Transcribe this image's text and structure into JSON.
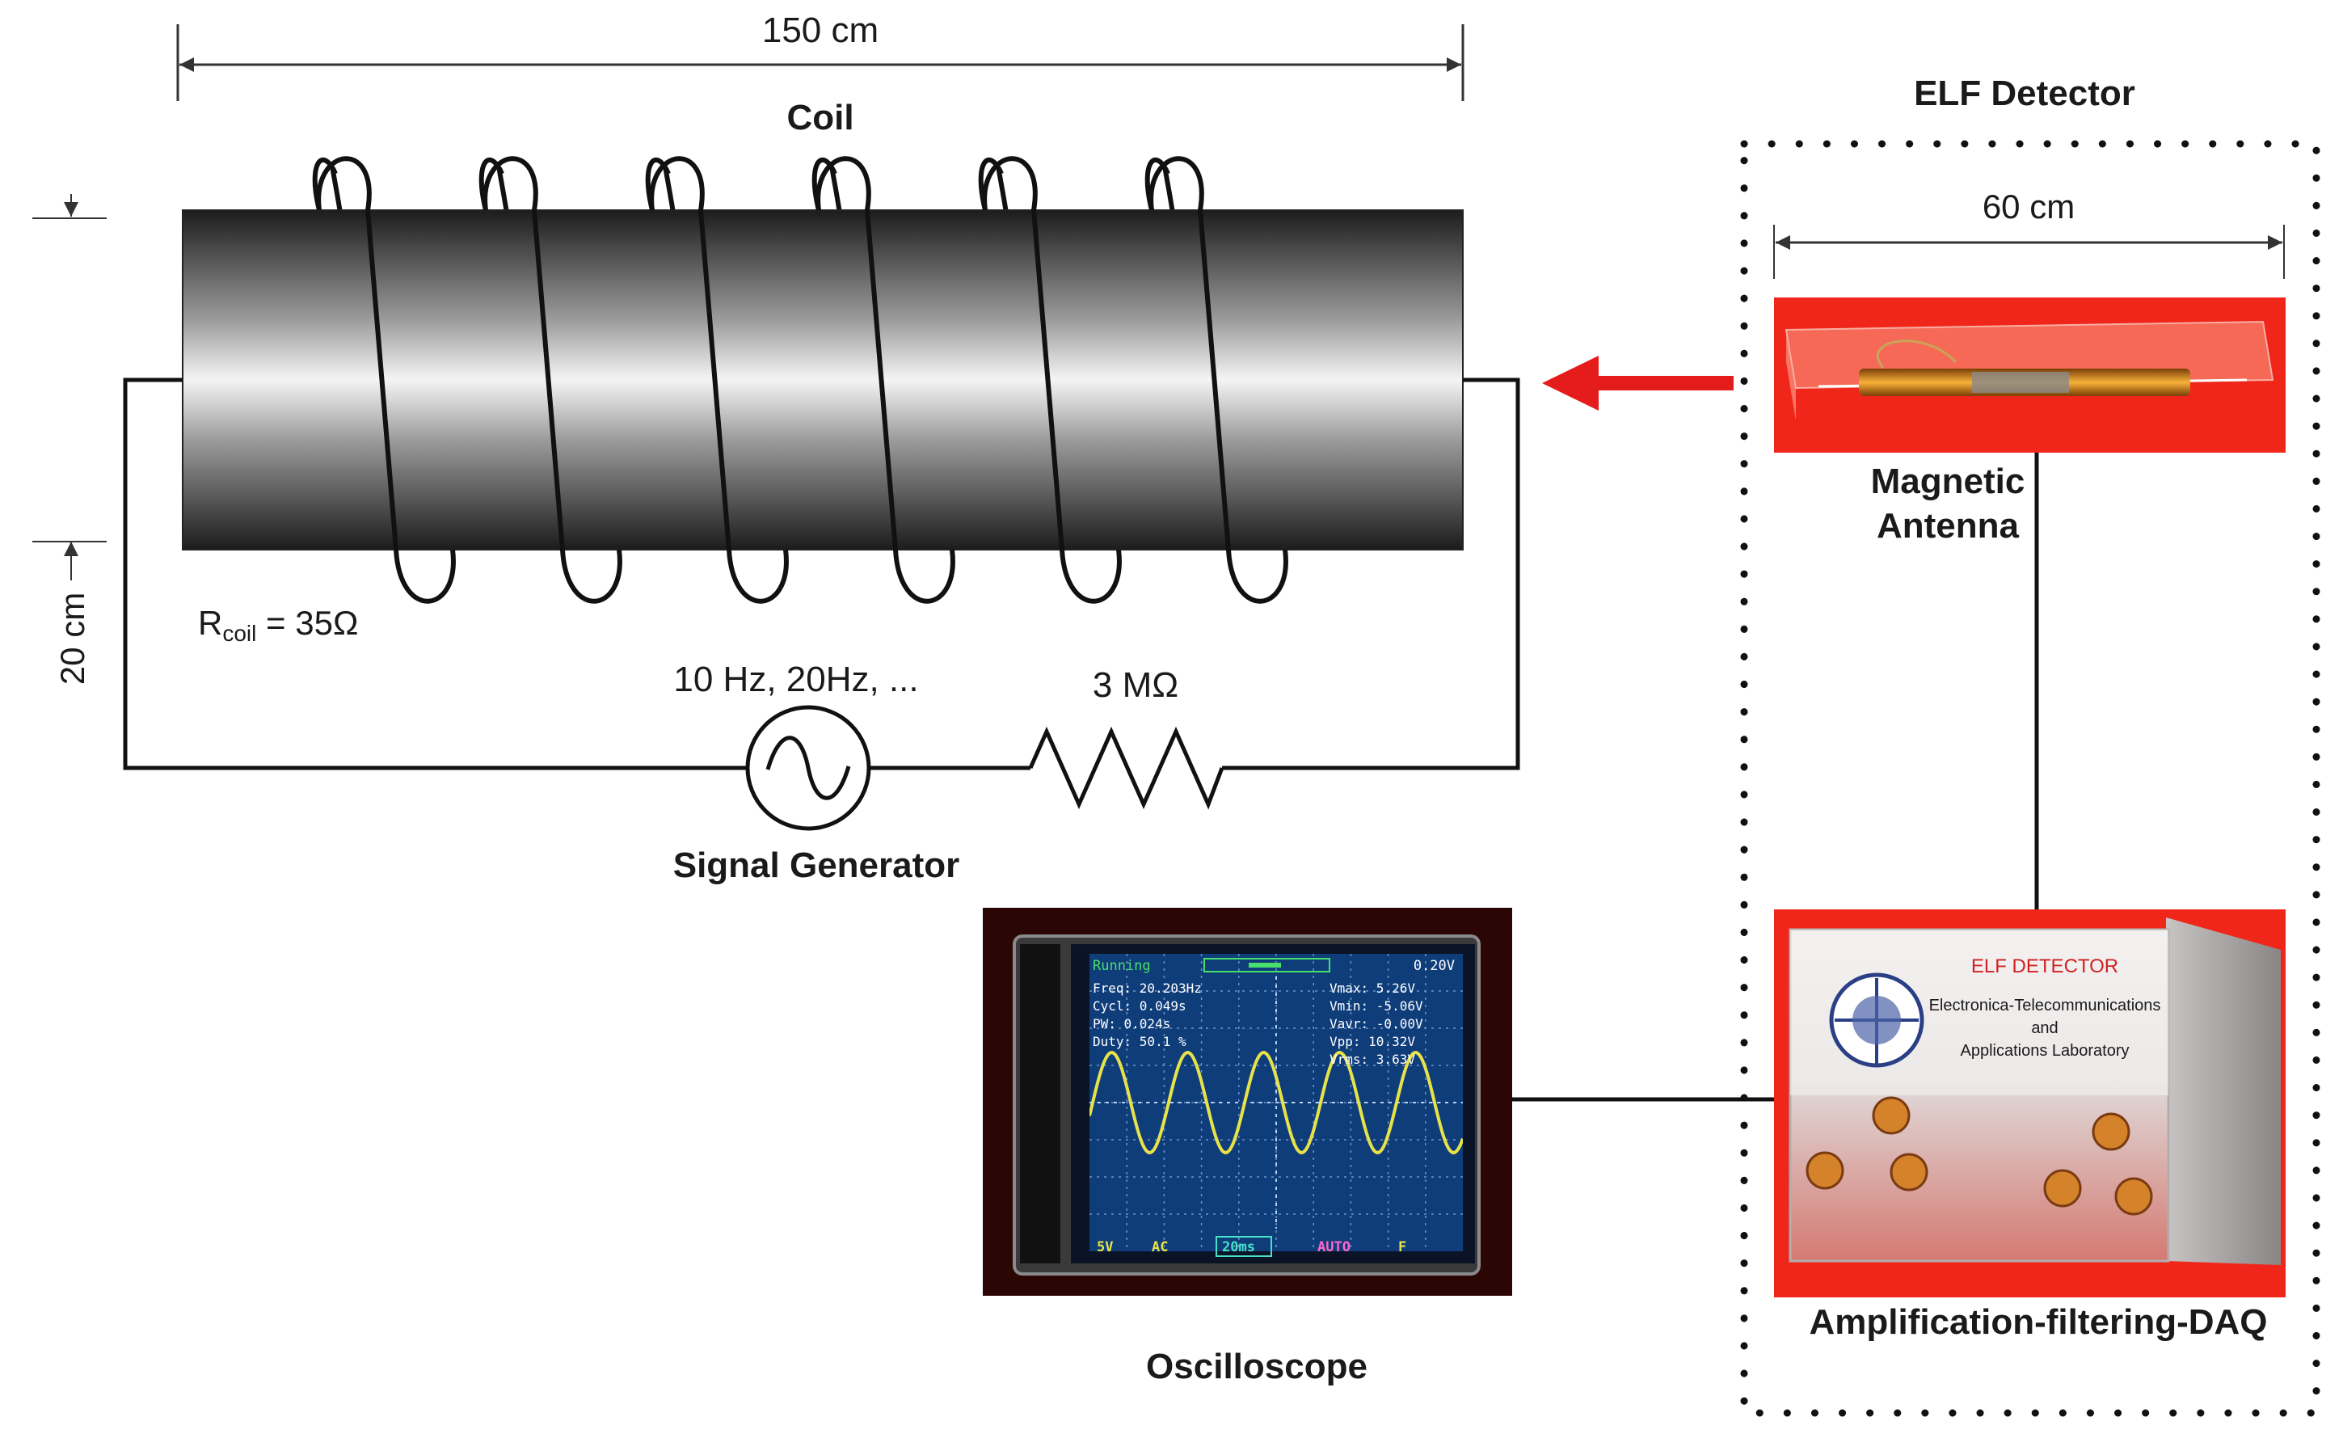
{
  "dimensions": {
    "length": "150 cm",
    "diameter": "20 cm",
    "antenna_length": "60 cm"
  },
  "coil": {
    "title": "Coil",
    "resistance_label": "R",
    "resistance_sub": "coil",
    "resistance_value": " = 35Ω"
  },
  "circuit": {
    "frequencies": "10 Hz, 20Hz, ...",
    "resistor": "3 MΩ",
    "generator": "Signal Generator"
  },
  "detector": {
    "title": "ELF Detector",
    "antenna_line1": "Magnetic",
    "antenna_line2": "Antenna",
    "daq": "Amplification-filtering-DAQ",
    "box_title": "ELF DETECTOR",
    "box_line1": "Electronica-Telecommunications",
    "box_line2": "and",
    "box_line3": "Applications Laboratory"
  },
  "oscilloscope": {
    "label": "Oscilloscope",
    "status": "Running",
    "volts_div": "0.20V",
    "readouts_left": [
      "Freq: 20.203Hz",
      "Cycl: 0.049s",
      "PW:   0.024s",
      "Duty: 50.1 %"
    ],
    "readouts_right": [
      "Vmax:  5.26V",
      "Vmin: -5.06V",
      "Vavr: -0.00V",
      "Vpp:  10.32V",
      "Vrms:  3.63V"
    ],
    "bottom_bar": [
      "5V",
      "AC",
      "20ms",
      "AUTO",
      "F"
    ]
  },
  "colors": {
    "arrow": "#e51c1c",
    "photo_background": "#f0261a",
    "scope_trace": "#e8e24a",
    "scope_screen": "#0e3d7a",
    "scope_text": "#ffffff",
    "scope_status": "#48e06a"
  }
}
